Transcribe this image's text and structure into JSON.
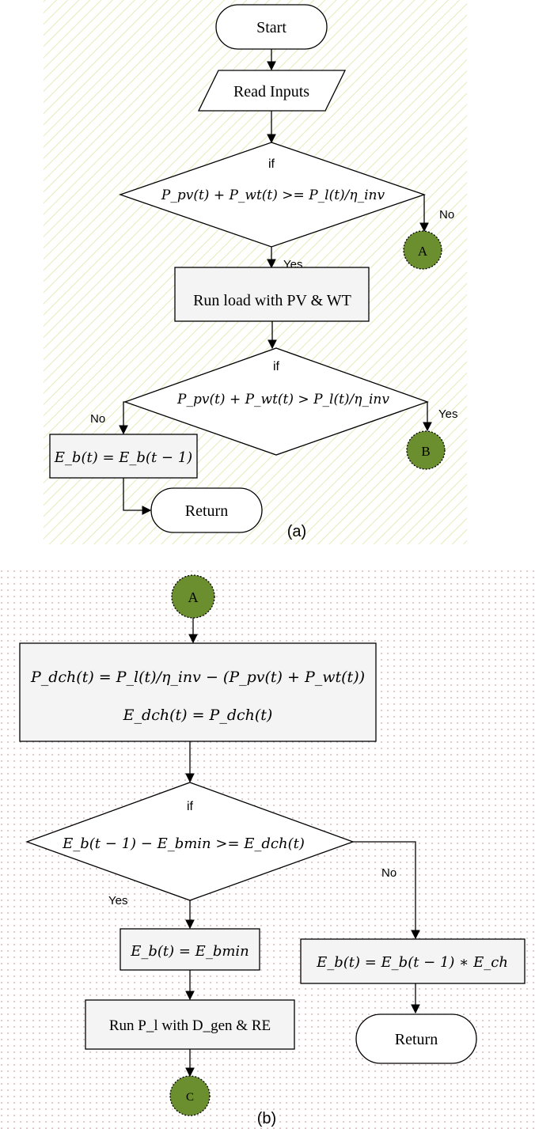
{
  "panel_a": {
    "caption": "(a)",
    "start": "Start",
    "read_inputs": "Read Inputs",
    "if1_label": "if",
    "if1_condition": "P_pv(t) + P_wt(t) >= P_l(t)/η_inv",
    "if1_no": "No",
    "if1_yes": "Yes",
    "connector_a": "A",
    "run_load": "Run load with PV & WT",
    "if2_label": "if",
    "if2_condition": "P_pv(t) + P_wt(t) > P_l(t)/η_inv",
    "if2_no": "No",
    "if2_yes": "Yes",
    "connector_b": "B",
    "eb_hold": "E_b(t) = E_b(t − 1)",
    "return": "Return"
  },
  "panel_b": {
    "caption": "(b)",
    "connector_a": "A",
    "pdch_eq": "P_dch(t) = P_l(t)/η_inv − (P_pv(t) + P_wt(t))",
    "edch_eq": "E_dch(t) = P_dch(t)",
    "if_label": "if",
    "if_condition": "E_b(t − 1) − E_bmin >= E_dch(t)",
    "no": "No",
    "yes": "Yes",
    "eb_min": "E_b(t) = E_bmin",
    "run_pl": "Run P_l with D_gen & RE",
    "eb_ch": "E_b(t) = E_b(t − 1) ∗ E_ch",
    "return": "Return",
    "connector_c": "C"
  },
  "colors": {
    "hatch_a": "#e6ebb8",
    "dots_b": "#d9a0a0",
    "connector_fill": "#6b8e2f",
    "box_fill": "#f4f4f4",
    "stroke": "#000000"
  }
}
